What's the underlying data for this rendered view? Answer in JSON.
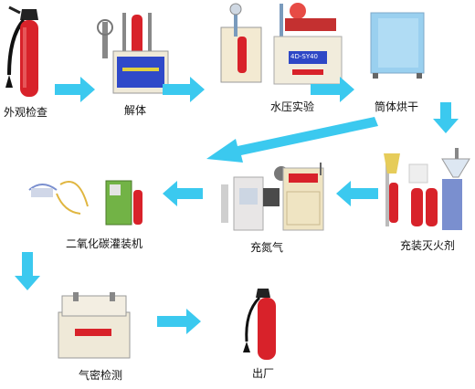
{
  "steps": [
    {
      "id": "inspect",
      "label": "外观检查"
    },
    {
      "id": "disassemble",
      "label": "解体"
    },
    {
      "id": "hydro",
      "label": "水压实验"
    },
    {
      "id": "dry",
      "label": "筒体烘干"
    },
    {
      "id": "fill-agent",
      "label": "充装灭火剂"
    },
    {
      "id": "nitrogen",
      "label": "充氮气"
    },
    {
      "id": "co2",
      "label": "二氧化碳灌装机"
    },
    {
      "id": "leak",
      "label": "气密检测"
    },
    {
      "id": "ship",
      "label": "出厂"
    }
  ],
  "device_text": {
    "hydro_panel": "4D-SY40"
  },
  "colors": {
    "arrow": "#3bc9ef",
    "extinguisher": "#d8222a",
    "machine": "#ece6d2"
  }
}
